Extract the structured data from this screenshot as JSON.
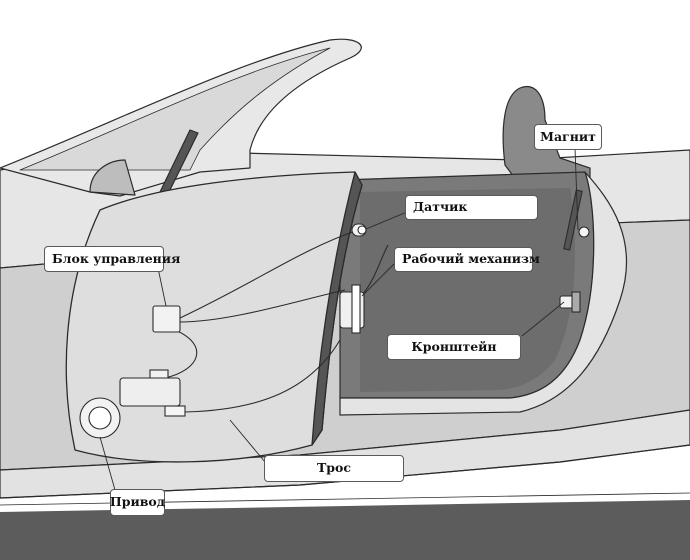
{
  "labels": {
    "magnet": "Магнит",
    "sensor": "Датчик",
    "control_unit": "Блок управления",
    "mechanism": "Рабочий механизм",
    "bracket": "Кронштейн",
    "cable": "Трос",
    "drive": "Привод"
  },
  "colors": {
    "background": "#ffffff",
    "body_light": "#e6e6e6",
    "body_mid": "#c8c8c8",
    "interior_dark": "#7a7a7a",
    "outline": "#2b2b2b"
  }
}
